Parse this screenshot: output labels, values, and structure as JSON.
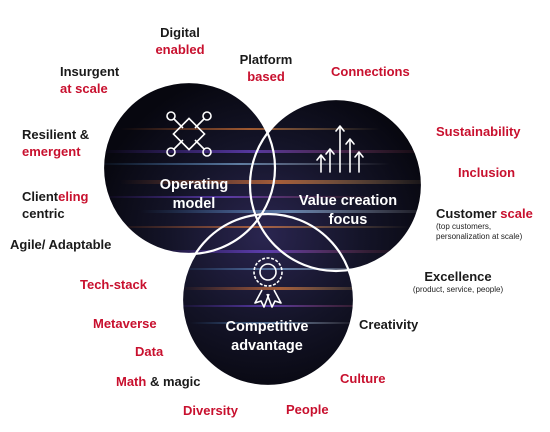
{
  "colors": {
    "accent_red": "#c8102e",
    "label_black": "#1a1a1a",
    "circle_dark": "#141428"
  },
  "circles": {
    "operating_model": {
      "title_line1": "Operating",
      "title_line2": "model",
      "icon": "drone-icon"
    },
    "value_creation": {
      "title_line1": "Value creation",
      "title_line2": "focus",
      "icon": "rising-arrows-icon"
    },
    "competitive": {
      "title_line1": "Competitive",
      "title_line2": "advantage",
      "icon": "award-ribbon-icon"
    }
  },
  "labels": {
    "digital_enabled": {
      "line1": "Digital",
      "line2": "enabled"
    },
    "platform_based": {
      "line1": "Platform",
      "line2": "based"
    },
    "insurgent_at_scale": {
      "line1": "Insurgent",
      "line2": "at scale"
    },
    "resilient_emergent": {
      "line1": "Resilient &",
      "line2": "emergent"
    },
    "clienteling": {
      "part1": "Client",
      "part2": "eling",
      "line2": "centric"
    },
    "agile": {
      "text": "Agile/ Adaptable"
    },
    "connections": {
      "text": "Connections"
    },
    "sustainability": {
      "text": "Sustainability"
    },
    "inclusion": {
      "text": "Inclusion"
    },
    "customer_scale": {
      "part1": "Customer ",
      "part2": "scale",
      "sub1": "(top customers,",
      "sub2": "personalization at scale)"
    },
    "excellence": {
      "text": "Excellence",
      "sub": "(product, service, people)"
    },
    "creativity": {
      "text": "Creativity"
    },
    "tech_stack": {
      "text": "Tech-stack"
    },
    "metaverse": {
      "text": "Metaverse"
    },
    "data": {
      "text": "Data"
    },
    "math_magic": {
      "part1": "Math",
      "part2": " & magic"
    },
    "culture": {
      "text": "Culture"
    },
    "diversity": {
      "text": "Diversity"
    },
    "people": {
      "text": "People"
    }
  }
}
